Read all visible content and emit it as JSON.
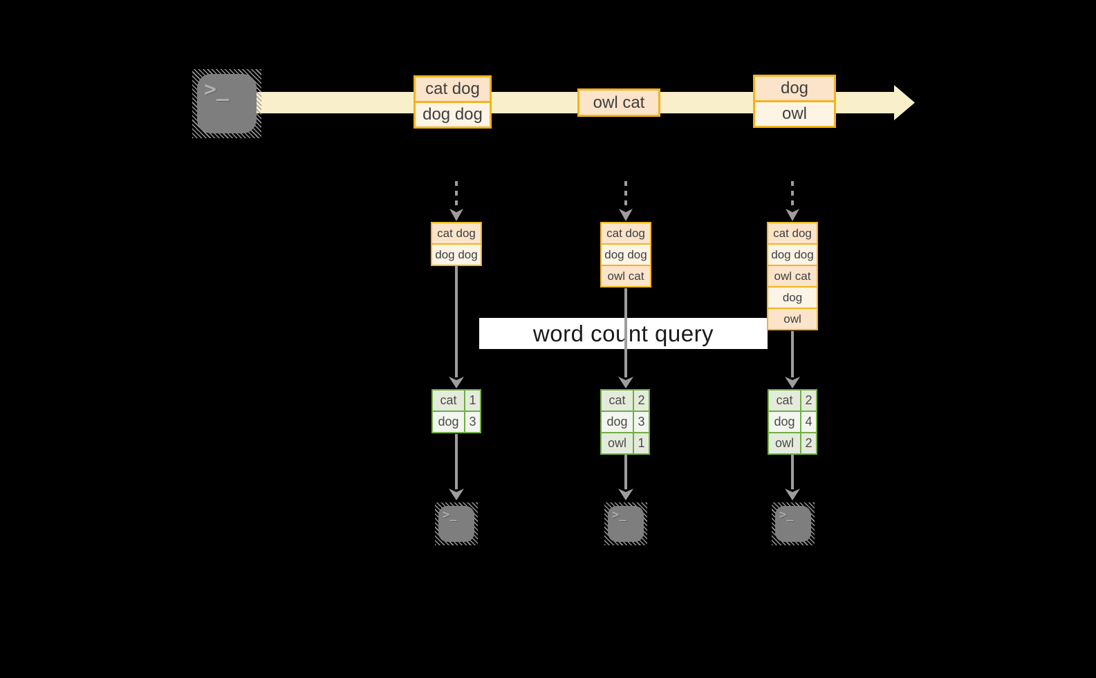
{
  "banner": {
    "label": "word count query"
  },
  "source_terminal": {
    "glyph": ">_"
  },
  "stream": {
    "events": [
      {
        "lines": [
          "cat dog",
          "dog dog"
        ]
      },
      {
        "lines": [
          "owl cat"
        ]
      },
      {
        "lines": [
          "dog",
          "owl"
        ]
      }
    ]
  },
  "columns": [
    {
      "input_records": [
        "cat dog",
        "dog dog"
      ],
      "counts": [
        {
          "word": "cat",
          "count": "1"
        },
        {
          "word": "dog",
          "count": "3"
        }
      ],
      "sink_terminal": {
        "glyph": ">_"
      }
    },
    {
      "input_records": [
        "cat dog",
        "dog dog",
        "owl cat"
      ],
      "counts": [
        {
          "word": "cat",
          "count": "2"
        },
        {
          "word": "dog",
          "count": "3"
        },
        {
          "word": "owl",
          "count": "1"
        }
      ],
      "sink_terminal": {
        "glyph": ">_"
      }
    },
    {
      "input_records": [
        "cat dog",
        "dog dog",
        "owl cat",
        "dog",
        "owl"
      ],
      "counts": [
        {
          "word": "cat",
          "count": "2"
        },
        {
          "word": "dog",
          "count": "4"
        },
        {
          "word": "owl",
          "count": "2"
        }
      ],
      "sink_terminal": {
        "glyph": ">_"
      }
    }
  ],
  "colors": {
    "background": "#000000",
    "stream_arrow": "#F9EFCB",
    "event_border": "#F3B31C",
    "event_fill_peach": "#FBE4CA",
    "event_fill_cream": "#FDF4E5",
    "table_border": "#6FAE46",
    "table_fill_green": "#E4EBDB",
    "table_fill_light": "#F3F6EF",
    "arrow_gray": "#9E9E9E",
    "terminal_gray": "#7E7E7E",
    "banner_bg": "#FFFFFF"
  }
}
